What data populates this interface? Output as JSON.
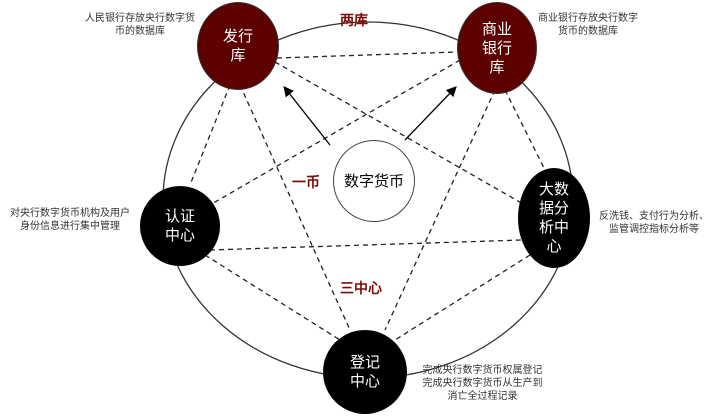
{
  "labels": {
    "two_vaults": "两库",
    "one_currency": "一币",
    "three_centers": "三中心"
  },
  "center": {
    "label": "数字货币"
  },
  "nodes": {
    "issuing_vault": {
      "label": "发行库",
      "note": "人民银行存放央行数字货币的数据库"
    },
    "commercial_vault": {
      "label": "商业银行库",
      "note": "商业银行存放央行数字货币的数据库"
    },
    "auth_center": {
      "label": "认证中心",
      "note": "对央行数字货币机构及用户身份信息进行集中管理"
    },
    "bigdata_center": {
      "label": "大数据分析中心",
      "note": "反洗钱、支付行为分析、监管调控指标分析等"
    },
    "registry_center": {
      "label": "登记中心",
      "note": "完成央行数字货币权属登记\n完成央行数字货币从生产到消亡全过程记录"
    }
  },
  "colors": {
    "vault": "#5c0000",
    "center_node": "#000000",
    "label": "#7a0a0a"
  }
}
